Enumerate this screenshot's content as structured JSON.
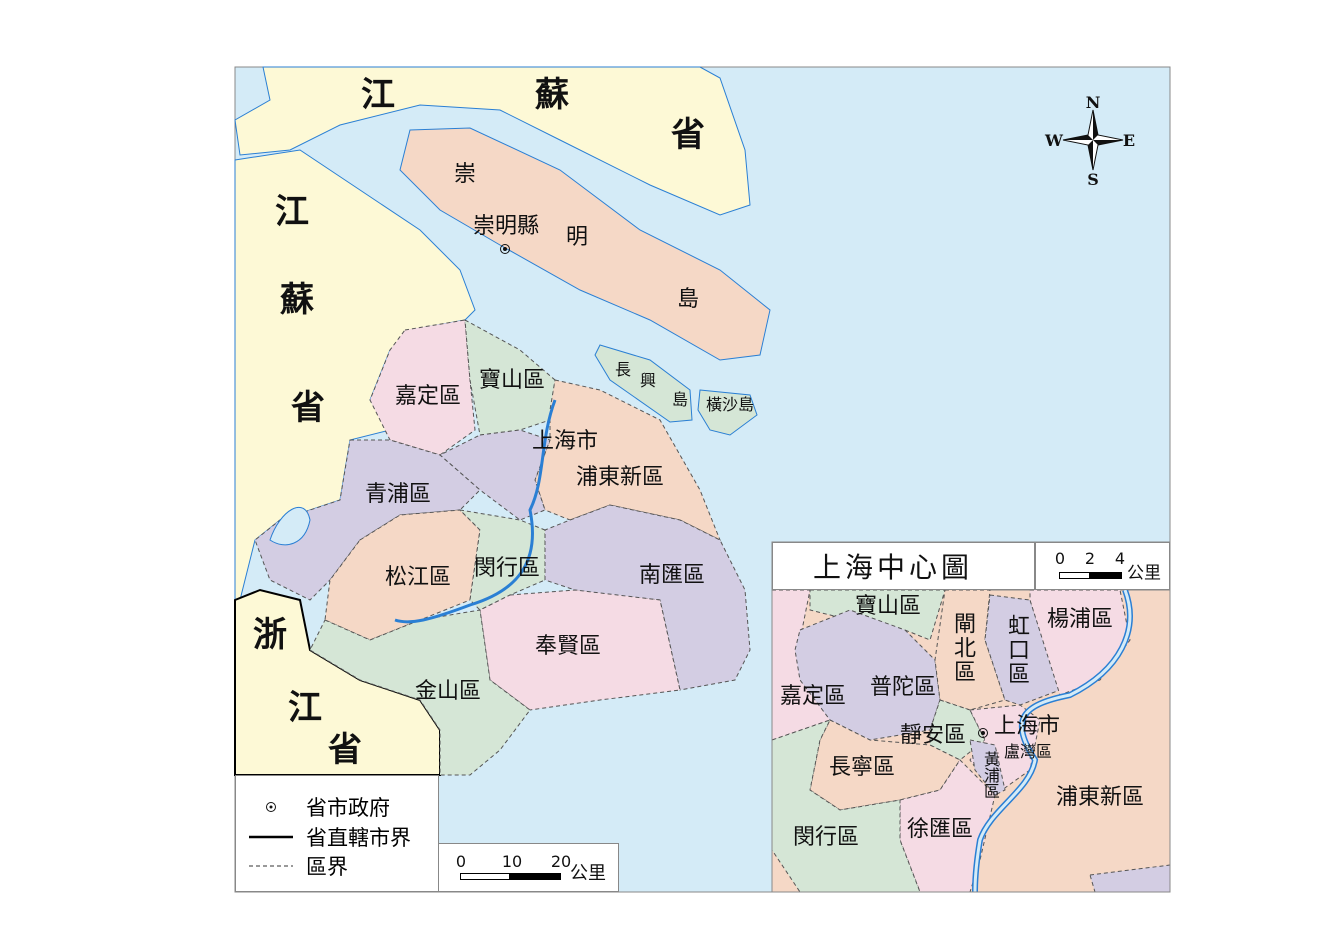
{
  "colors": {
    "sea": "#d4ebf7",
    "province": "#fdf9d6",
    "pink": "#f5dbe4",
    "green": "#d5e6d6",
    "purple": "#d3cde3",
    "peach": "#f5d8c6",
    "river": "#2a7fd4"
  },
  "provinces": {
    "jiangsu_north": [
      "江",
      "蘇",
      "省"
    ],
    "jiangsu_west": [
      "江",
      "蘇",
      "省"
    ],
    "zhejiang": [
      "浙",
      "江",
      "省"
    ]
  },
  "islands": {
    "chongming": [
      "崇",
      "明",
      "島"
    ],
    "changxing": [
      "長",
      "興",
      "島"
    ],
    "hengsha": "橫沙島"
  },
  "main_map": {
    "county_seat": "崇明縣",
    "capital": "上海市",
    "districts": {
      "jiading": "嘉定區",
      "baoshan": "寶山區",
      "pudong": "浦東新區",
      "qingpu": "青浦區",
      "songjiang": "松江區",
      "minhang": "閔行區",
      "nanhui": "南匯區",
      "fengxian": "奉賢區",
      "jinshan": "金山區"
    }
  },
  "compass": {
    "n": "N",
    "s": "S",
    "e": "E",
    "w": "W"
  },
  "legend": {
    "items": [
      {
        "icon": "capital-symbol-icon",
        "label": "省市政府"
      },
      {
        "icon": "solid-line-icon",
        "label": "省直轄市界"
      },
      {
        "icon": "dashed-line-icon",
        "label": "區界"
      }
    ]
  },
  "scale_main": {
    "ticks": [
      "0",
      "10",
      "20"
    ],
    "unit": "公里"
  },
  "inset": {
    "title": "上海中心圖",
    "scale": {
      "ticks": [
        "0",
        "2",
        "4"
      ],
      "unit": "公里"
    },
    "capital": "上海市",
    "districts": {
      "baoshan": "寶山區",
      "zhabei": "閘北區",
      "hongkou": "虹口區",
      "yangpu": "楊浦區",
      "jiading": "嘉定區",
      "putuo": "普陀區",
      "jingan": "靜安區",
      "huangpu": "黃浦區",
      "luwan": "盧灣區",
      "changning": "長寧區",
      "pudong": "浦東新區",
      "minhang": "閔行區",
      "xuhui": "徐匯區"
    }
  }
}
